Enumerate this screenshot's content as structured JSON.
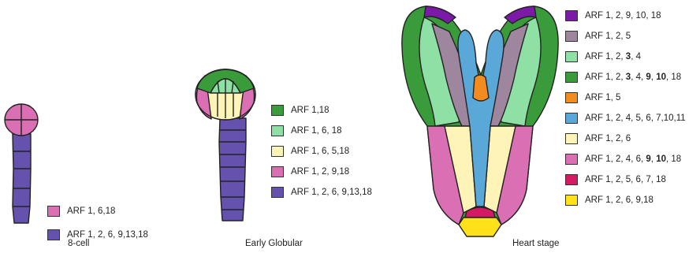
{
  "panels": [
    {
      "caption": "8-cell",
      "legend": [
        {
          "label": "ARF 1, 6,18",
          "color": "#db6fb3"
        },
        {
          "label": "ARF 1, 2, 6, 9,13,18",
          "color": "#6452ae"
        }
      ]
    },
    {
      "caption": "Early Globular",
      "legend": [
        {
          "label": "ARF 1,18",
          "color": "#3a9b3a"
        },
        {
          "label": "ARF 1, 6, 18",
          "color": "#8ee0a5"
        },
        {
          "label": "ARF 1, 6, 5,18",
          "color": "#fff4b8"
        },
        {
          "label": "ARF 1, 2, 9,18",
          "color": "#db6fb3"
        },
        {
          "label": "ARF 1, 2, 6, 9,13,18",
          "color": "#6452ae"
        }
      ]
    },
    {
      "caption": "Heart stage",
      "legend": [
        {
          "label": "ARF 1, 2, 9, 10, 18",
          "color": "#7a1aa6",
          "bold": []
        },
        {
          "label": "ARF 1, 2, 5",
          "color": "#9f869f",
          "bold": []
        },
        {
          "label": "ARF 1, 2, 3, 4",
          "color": "#8ee0a5",
          "bold": [
            "3"
          ]
        },
        {
          "label": "ARF 1, 2, 3, 4, 9, 10, 18",
          "color": "#3a9b3a",
          "bold": [
            "3",
            "9",
            "10"
          ]
        },
        {
          "label": "ARF 1, 5",
          "color": "#f28c1e",
          "bold": []
        },
        {
          "label": "ARF 1, 2, 4, 5, 6, 7,10,11",
          "color": "#5aa8d8",
          "bold": []
        },
        {
          "label": "ARF 1, 2, 6",
          "color": "#fff4b8",
          "bold": []
        },
        {
          "label": "ARF 1, 2, 4, 6, 9, 10, 18",
          "color": "#db6fb3",
          "bold": [
            "9",
            "10"
          ]
        },
        {
          "label": "ARF 1, 2, 5, 6, 7, 18",
          "color": "#d31a63",
          "bold": []
        },
        {
          "label": "ARF 1, 2, 6, 9,18",
          "color": "#ffe21a",
          "bold": []
        }
      ]
    }
  ]
}
